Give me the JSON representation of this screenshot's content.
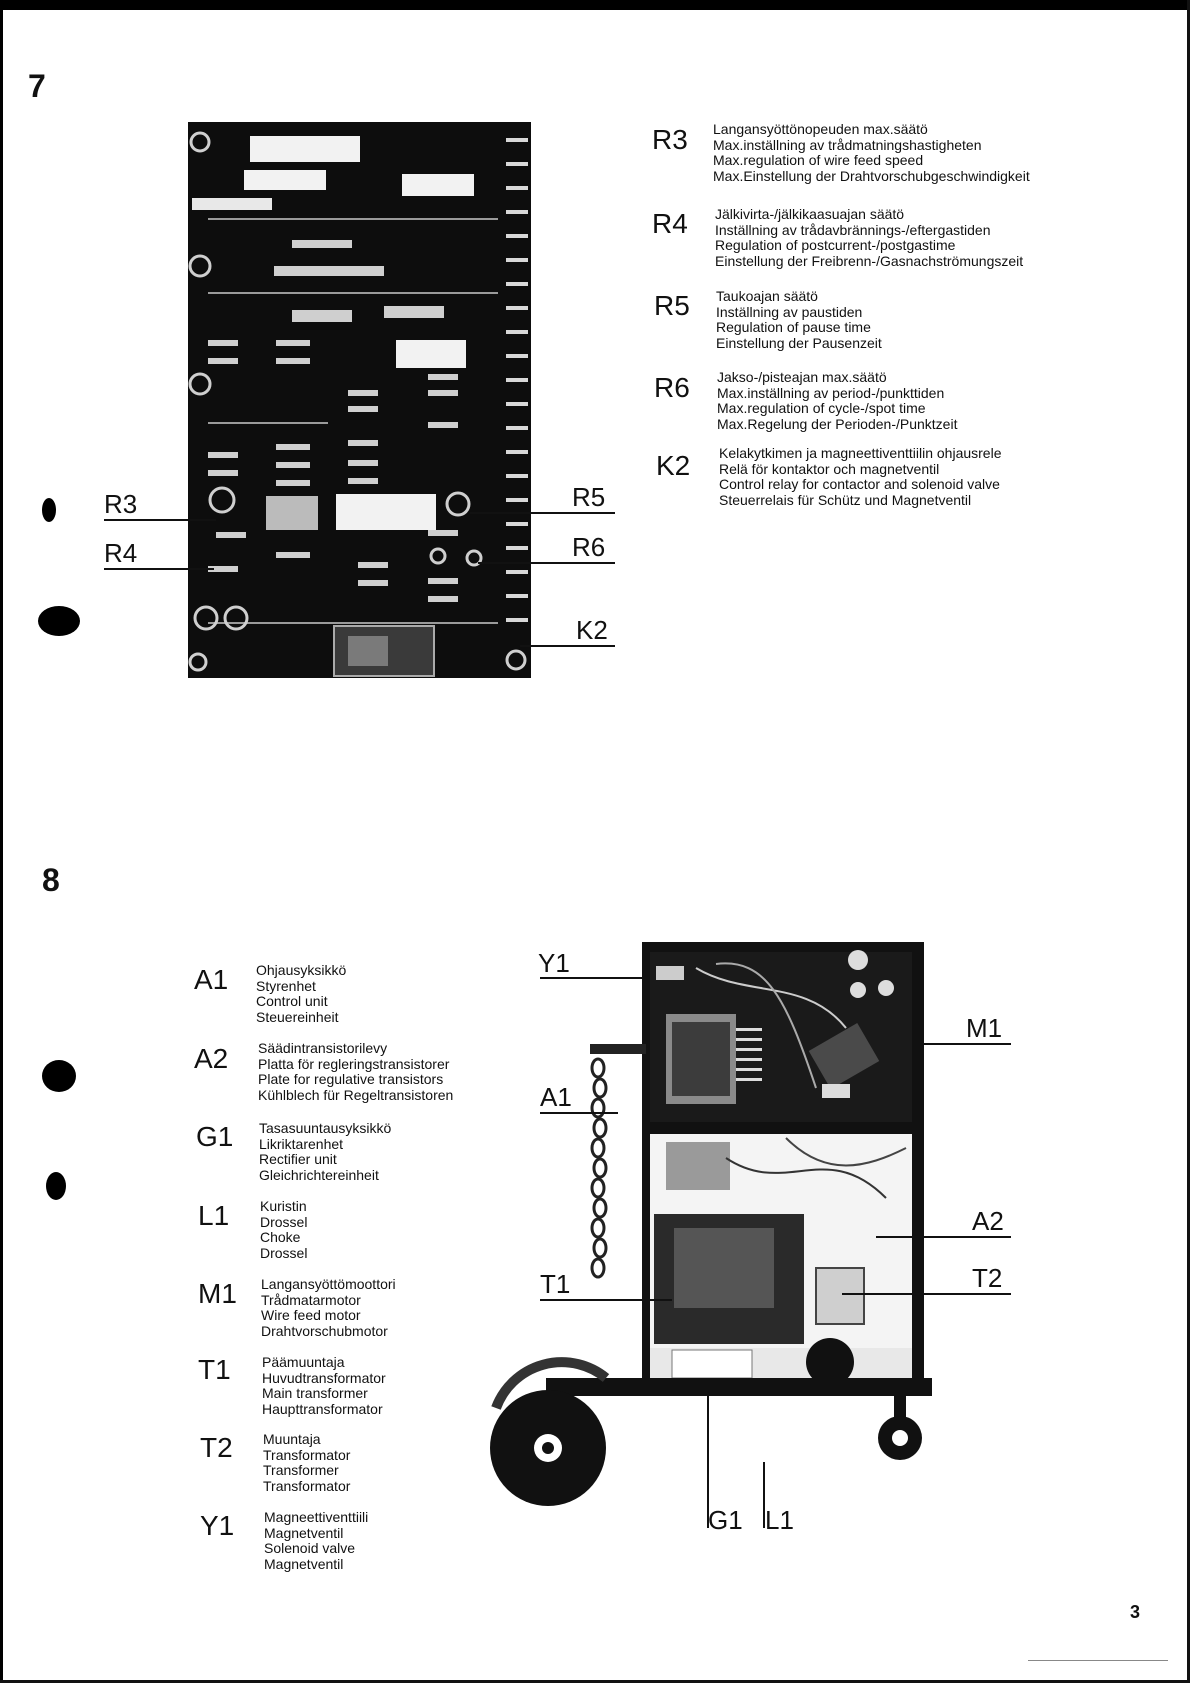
{
  "figure7": {
    "number": "7",
    "callouts": [
      "R3",
      "R4",
      "R5",
      "R6",
      "K2"
    ],
    "legend": [
      {
        "code": "R3",
        "lines": [
          "Langansyöttönopeuden max.säätö",
          "Max.inställning av trådmatningshastigheten",
          "Max.regulation of wire feed speed",
          "Max.Einstellung der Drahtvorschubgeschwindigkeit"
        ]
      },
      {
        "code": "R4",
        "lines": [
          "Jälkivirta-/jälkikaasuajan säätö",
          "Inställning av trådavbrännings-/eftergastiden",
          "Regulation of postcurrent-/postgastime",
          "Einstellung der Freibrenn-/Gasnachströmungszeit"
        ]
      },
      {
        "code": "R5",
        "lines": [
          "Taukoajan säätö",
          "Inställning av paustiden",
          "Regulation of pause time",
          "Einstellung der Pausenzeit"
        ]
      },
      {
        "code": "R6",
        "lines": [
          "Jakso-/pisteajan max.säätö",
          "Max.inställning av period-/punkttiden",
          "Max.regulation of cycle-/spot time",
          "Max.Regelung der Perioden-/Punktzeit"
        ]
      },
      {
        "code": "K2",
        "lines": [
          "Kelakytkimen ja magneettiventtiilin ohjausrele",
          "Relä för kontaktor och magnetventil",
          "Control relay for contactor and solenoid valve",
          "Steuerrelais für Schütz und Magnetventil"
        ]
      }
    ]
  },
  "figure8": {
    "number": "8",
    "callouts": [
      "Y1",
      "A1",
      "T1",
      "M1",
      "A2",
      "T2",
      "G1",
      "L1"
    ],
    "legend": [
      {
        "code": "A1",
        "lines": [
          "Ohjausyksikkö",
          "Styrenhet",
          "Control unit",
          "Steuereinheit"
        ]
      },
      {
        "code": "A2",
        "lines": [
          "Säädintransistorilevy",
          "Platta för regleringstransistorer",
          "Plate for regulative transistors",
          "Kühlblech für Regeltransistoren"
        ]
      },
      {
        "code": "G1",
        "lines": [
          "Tasasuuntausyksikkö",
          "Likriktarenhet",
          "Rectifier unit",
          "Gleichrichtereinheit"
        ]
      },
      {
        "code": "L1",
        "lines": [
          "Kuristin",
          "Drossel",
          "Choke",
          "Drossel"
        ]
      },
      {
        "code": "M1",
        "lines": [
          "Langansyöttömoottori",
          "Trådmatarmotor",
          "Wire feed motor",
          "Drahtvorschubmotor"
        ]
      },
      {
        "code": "T1",
        "lines": [
          "Päämuuntaja",
          "Huvudtransformator",
          "Main transformer",
          "Haupttransformator"
        ]
      },
      {
        "code": "T2",
        "lines": [
          "Muuntaja",
          "Transformator",
          "Transformer",
          "Transformator"
        ]
      },
      {
        "code": "Y1",
        "lines": [
          "Magneettiventtiili",
          "Magnetventil",
          "Solenoid valve",
          "Magnetventil"
        ]
      }
    ]
  },
  "page_number": "3"
}
